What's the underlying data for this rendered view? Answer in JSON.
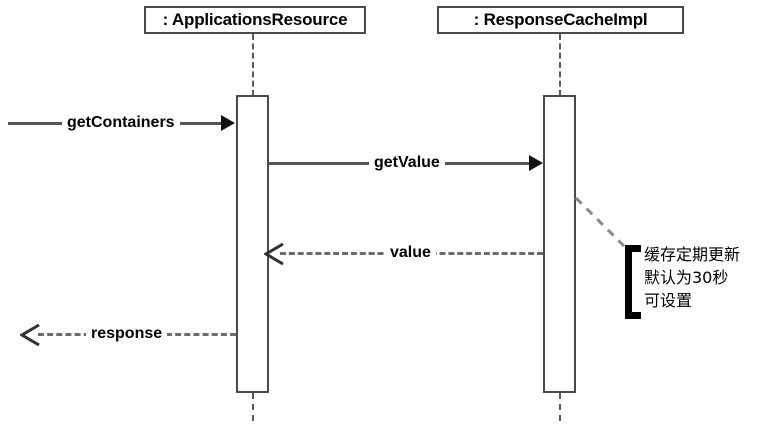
{
  "diagram": {
    "type": "uml-sequence-diagram",
    "background_color": "#ffffff",
    "line_color": "#555555",
    "border_color": "#4a4a4a",
    "text_color": "#000000"
  },
  "lifelines": [
    {
      "id": "applications",
      "label": ": ApplicationsResource"
    },
    {
      "id": "responsecache",
      "label": ": ResponseCacheImpl"
    }
  ],
  "messages": [
    {
      "id": "getcontainers",
      "label": "getContainers",
      "style": "solid",
      "direction": "right"
    },
    {
      "id": "getvalue",
      "label": "getValue",
      "style": "solid",
      "direction": "right"
    },
    {
      "id": "value",
      "label": "value",
      "style": "dashed",
      "direction": "left"
    },
    {
      "id": "response",
      "label": "response",
      "style": "dashed",
      "direction": "left"
    }
  ],
  "note": {
    "line1": "缓存定期更新",
    "line2": "默认为30秒",
    "line3": "可设置"
  }
}
